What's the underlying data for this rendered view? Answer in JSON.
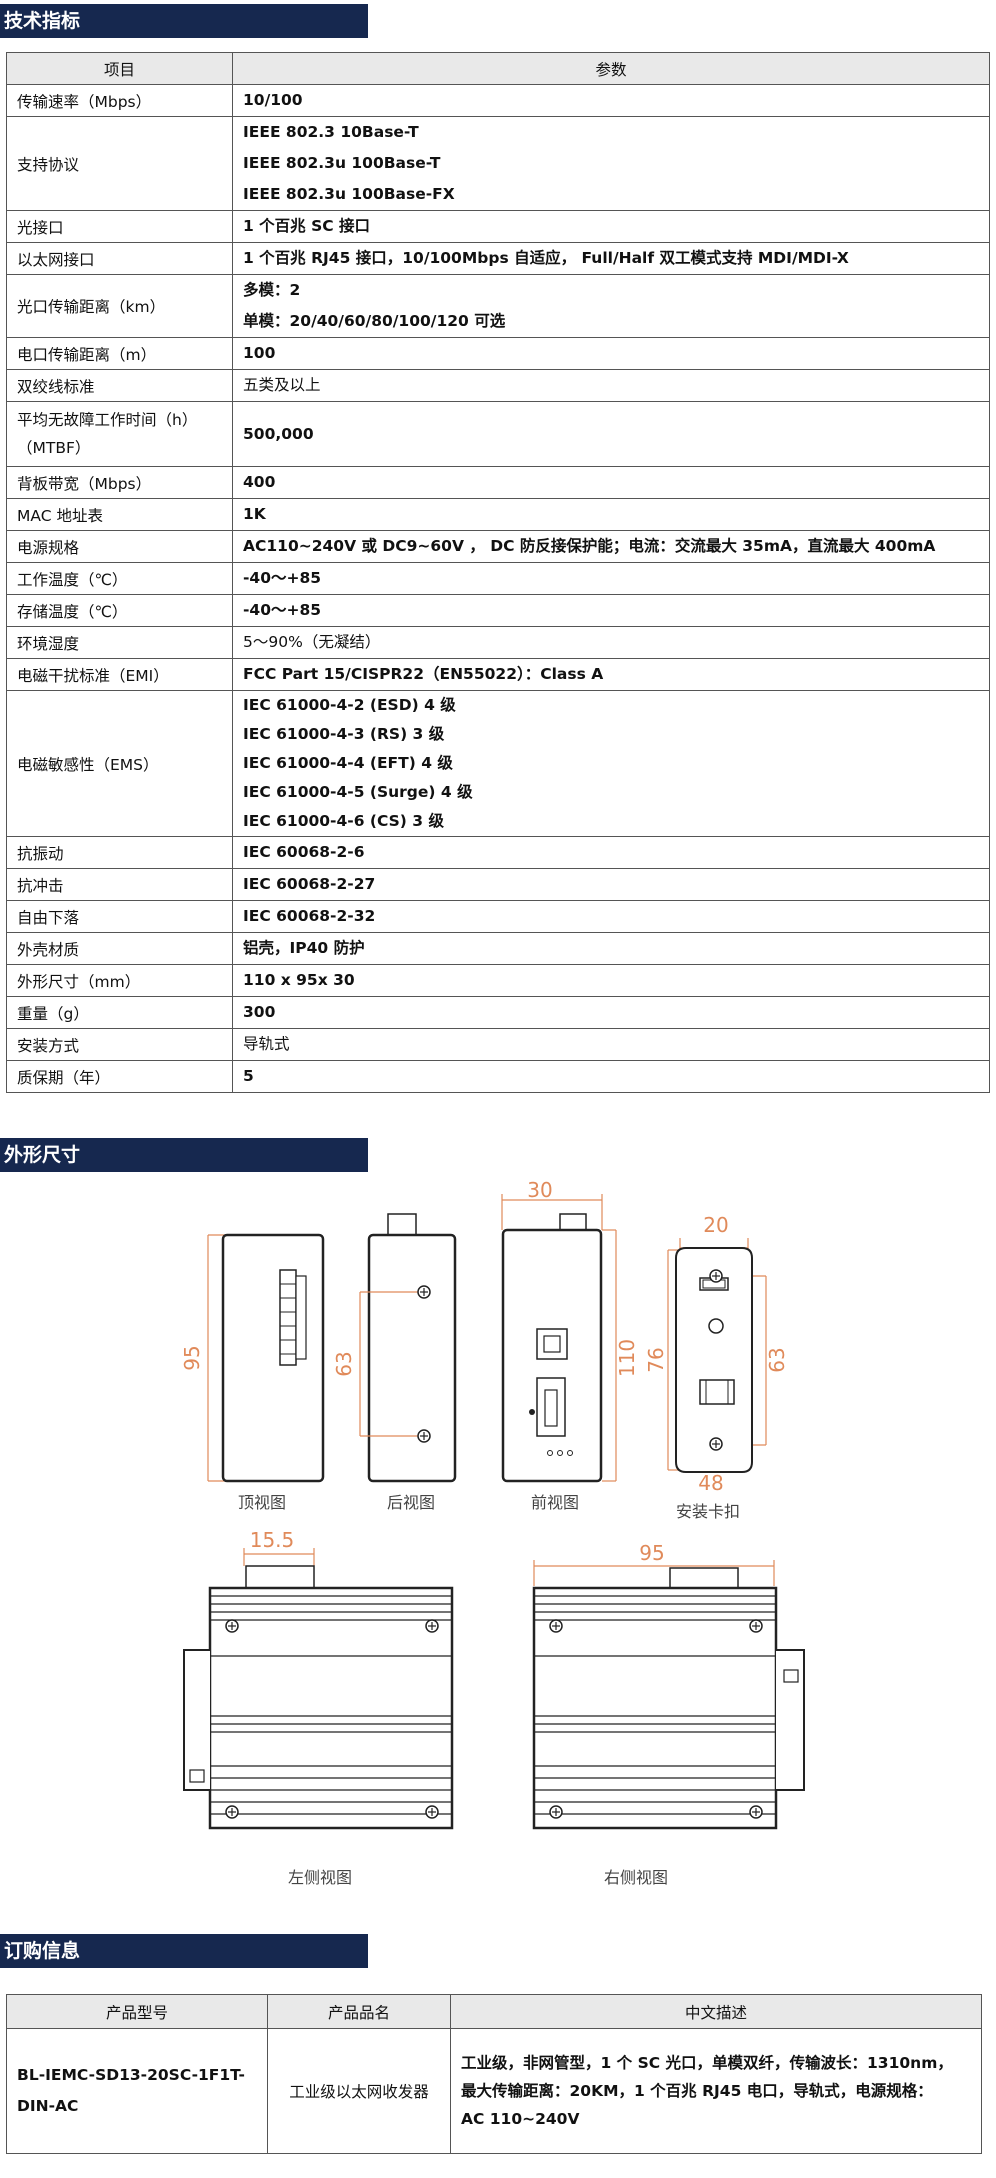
{
  "sections": {
    "spec_title": "技术指标",
    "dim_title": "外形尺寸",
    "order_title": "订购信息"
  },
  "spec_table": {
    "headers": [
      "项目",
      "参数"
    ],
    "rows": [
      {
        "key": "传输速率（Mbps）",
        "values": [
          "10/100"
        ]
      },
      {
        "key": "支持协议",
        "values": [
          "IEEE 802.3 10Base-T",
          "IEEE 802.3u 100Base-T",
          "IEEE 802.3u 100Base-FX"
        ]
      },
      {
        "key": "光接口",
        "values": [
          "1 个百兆 SC 接口"
        ]
      },
      {
        "key": "以太网接口",
        "values": [
          "1 个百兆 RJ45 接口，10/100Mbps 自适应，  Full/Half 双工模式支持 MDI/MDI-X"
        ]
      },
      {
        "key": "光口传输距离（km）",
        "values": [
          "多模：2",
          "单模：20/40/60/80/100/120 可选"
        ]
      },
      {
        "key": "电口传输距离（m）",
        "values": [
          "100"
        ]
      },
      {
        "key": "双绞线标准",
        "values": [
          "五类及以上"
        ]
      },
      {
        "key": "平均无故障工作时间（h）（MTBF）",
        "values": [
          "500,000"
        ]
      },
      {
        "key": "背板带宽（Mbps）",
        "values": [
          "400"
        ]
      },
      {
        "key": "MAC 地址表",
        "values": [
          "1K"
        ]
      },
      {
        "key": "电源规格",
        "values": [
          "AC110~240V 或 DC9~60V ， DC 防反接保护能；电流：交流最大 35mA，直流最大 400mA"
        ]
      },
      {
        "key": "工作温度（℃）",
        "values": [
          "-40～+85"
        ]
      },
      {
        "key": "存储温度（℃）",
        "values": [
          "-40～+85"
        ]
      },
      {
        "key": "环境湿度",
        "values": [
          "5～90%（无凝结）"
        ]
      },
      {
        "key": "电磁干扰标准（EMI）",
        "values": [
          "FCC Part 15/CISPR22（EN55022）：Class A"
        ]
      },
      {
        "key": "电磁敏感性（EMS）",
        "values": [
          "IEC 61000-4-2 (ESD) 4 级",
          "IEC 61000-4-3 (RS) 3 级",
          "IEC 61000-4-4 (EFT) 4 级",
          "IEC 61000-4-5 (Surge) 4 级",
          "IEC 61000-4-6 (CS) 3 级"
        ]
      },
      {
        "key": "抗振动",
        "values": [
          "IEC 60068-2-6"
        ]
      },
      {
        "key": "抗冲击",
        "values": [
          "IEC 60068-2-27"
        ]
      },
      {
        "key": "自由下落",
        "values": [
          "IEC 60068-2-32"
        ]
      },
      {
        "key": "外壳材质",
        "values": [
          "铝壳，IP40 防护"
        ]
      },
      {
        "key": "外形尺寸（mm）",
        "values": [
          "110 x 95x 30"
        ]
      },
      {
        "key": "重量（g）",
        "values": [
          "300"
        ]
      },
      {
        "key": "安装方式",
        "values": [
          "导轨式"
        ]
      },
      {
        "key": "质保期（年）",
        "values": [
          "5"
        ]
      }
    ]
  },
  "dimensions": {
    "top_height": "95",
    "rear_spacing": "63",
    "front_width": "30",
    "front_height": "110",
    "clip_width": "20",
    "clip_height": "76",
    "clip_spacing": "63",
    "clip_bottom": "48",
    "left_connector": "15.5",
    "right_width": "95",
    "labels": {
      "top": "顶视图",
      "rear": "后视图",
      "front": "前视图",
      "clip": "安装卡扣",
      "left": "左侧视图",
      "right": "右侧视图"
    }
  },
  "order_table": {
    "headers": [
      "产品型号",
      "产品品名",
      "中文描述"
    ],
    "model": "BL-IEMC-SD13-20SC-1F1T-DIN-AC",
    "name": "工业级以太网收发器",
    "desc_lines": [
      "工业级，非网管型，1 个 SC 光口，单模双纤，传输波长：1310nm，",
      "最大传输距离：20KM，1 个百兆 RJ45 电口，导轨式，电源规格：",
      "AC 110~240V"
    ]
  }
}
